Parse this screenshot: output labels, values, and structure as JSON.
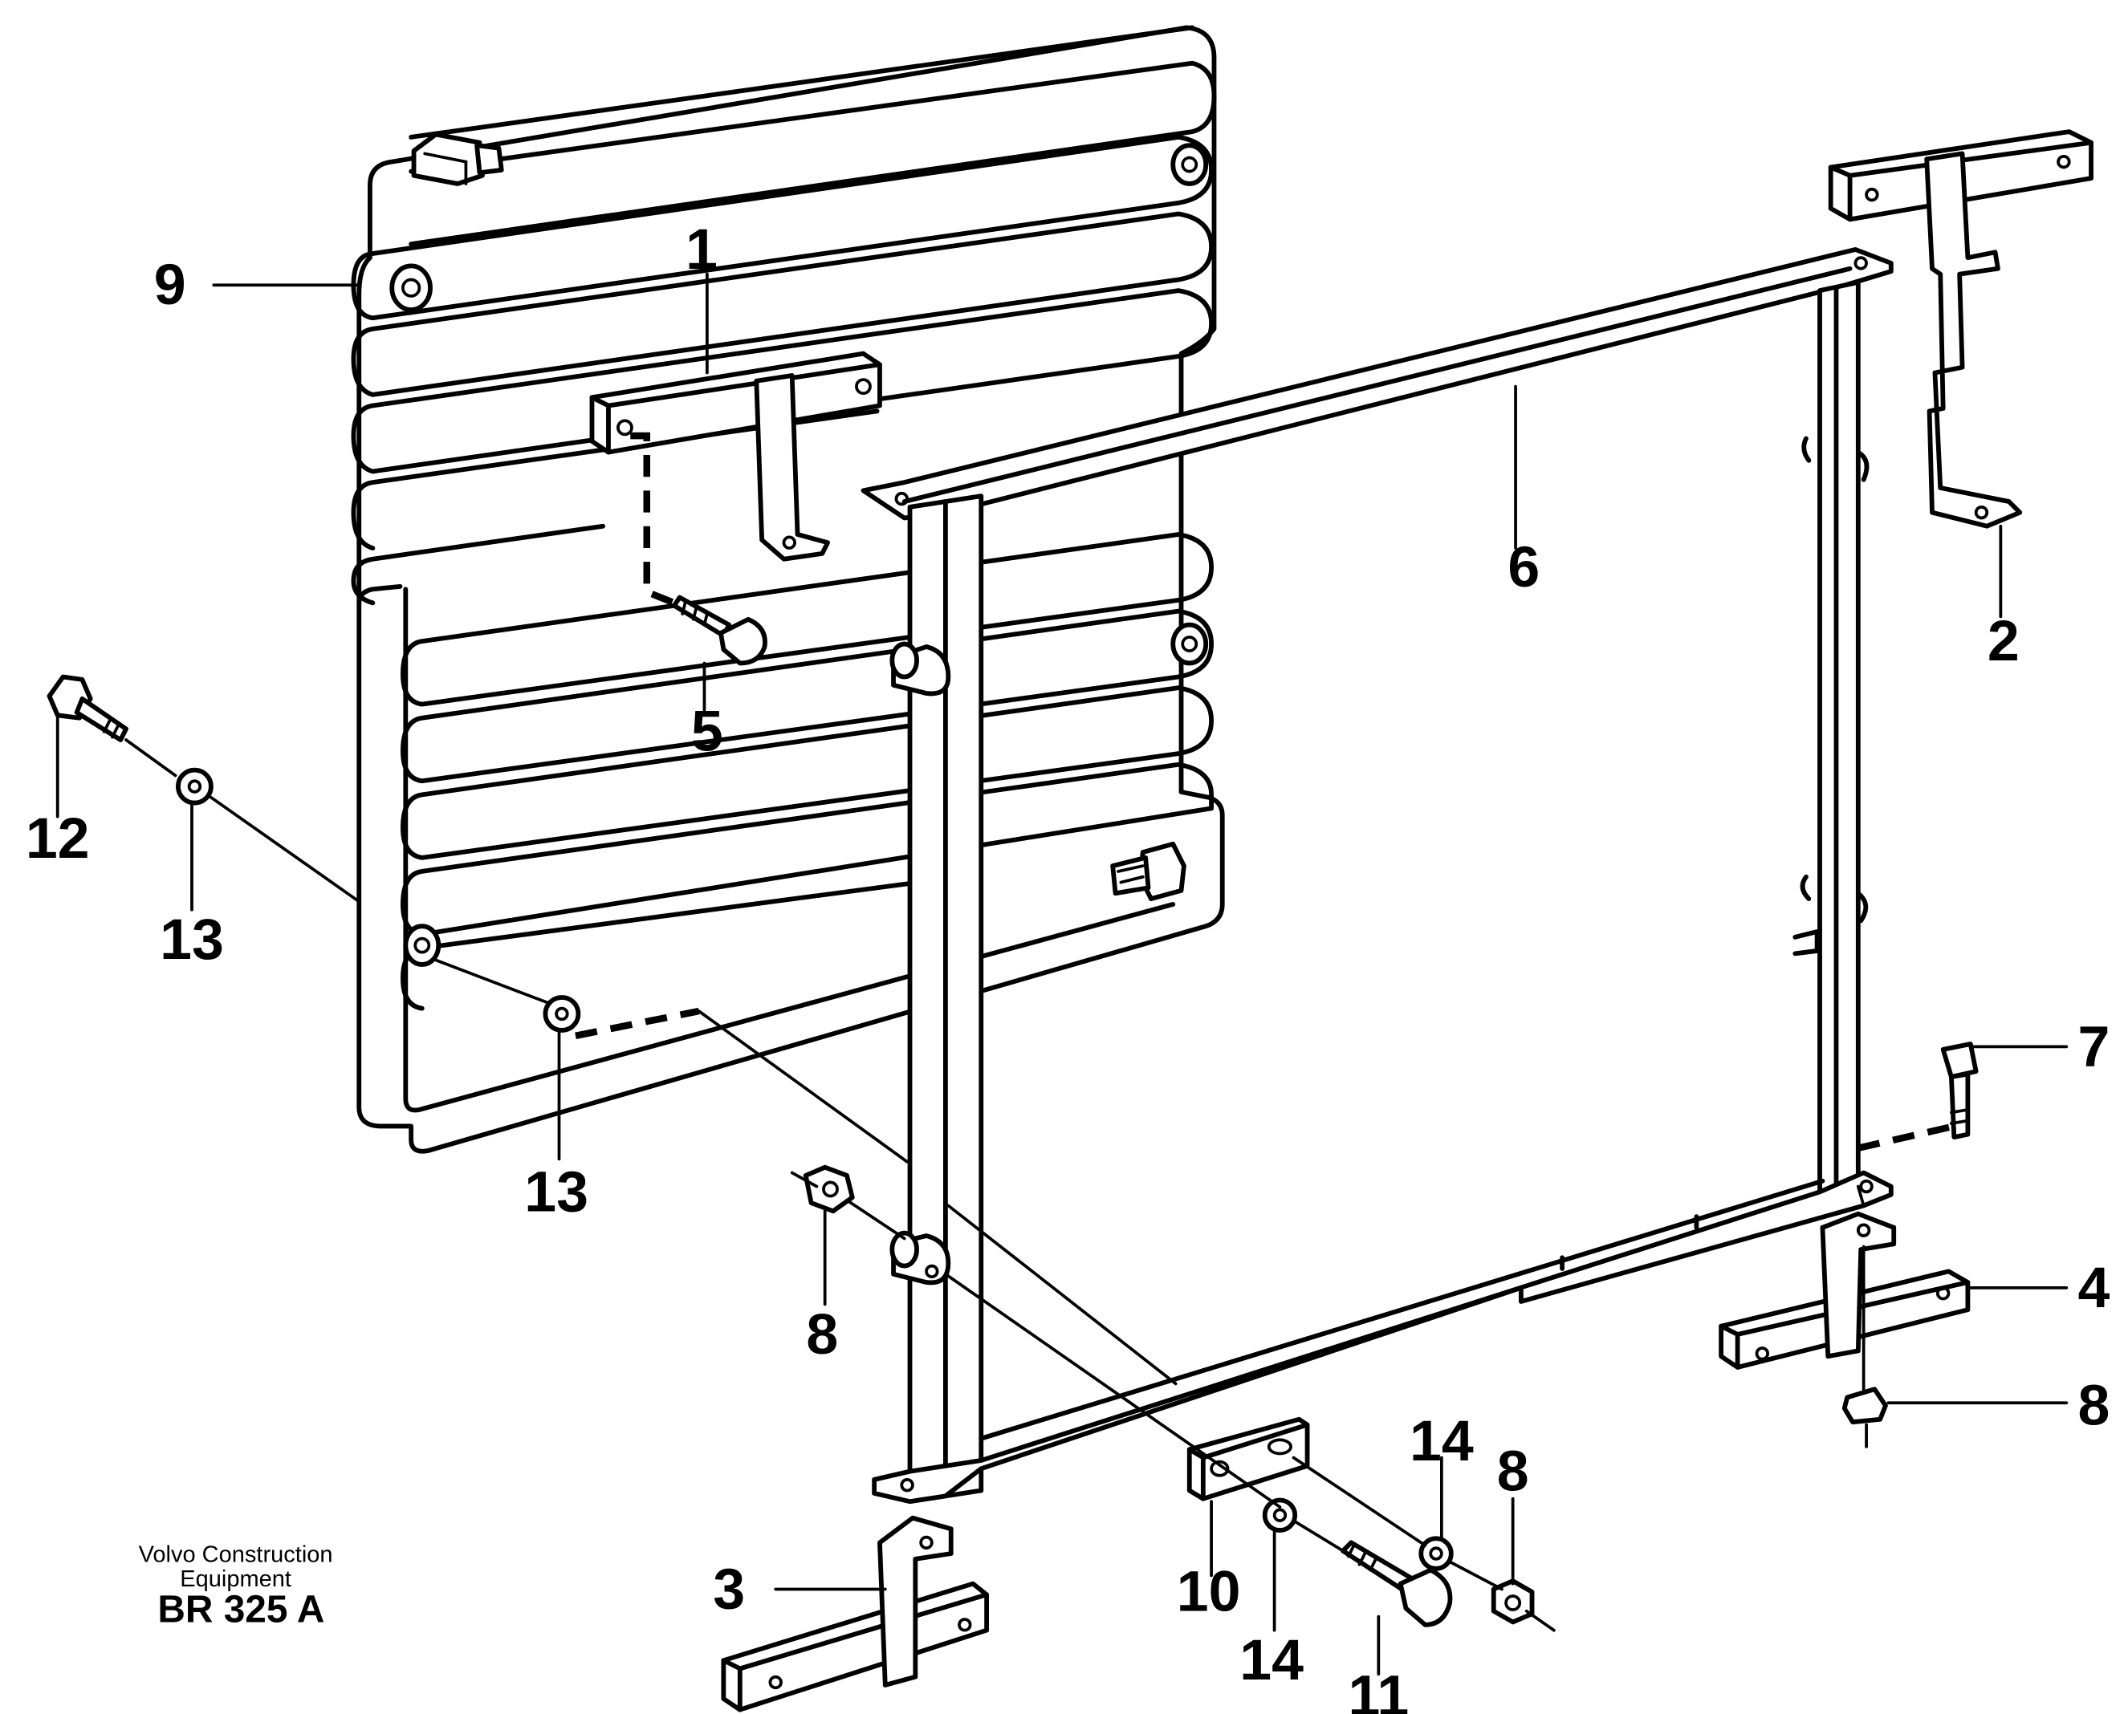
{
  "callouts": [
    {
      "id": "1",
      "label": "1"
    },
    {
      "id": "2",
      "label": "2"
    },
    {
      "id": "3",
      "label": "3"
    },
    {
      "id": "4",
      "label": "4"
    },
    {
      "id": "5",
      "label": "5"
    },
    {
      "id": "6",
      "label": "6"
    },
    {
      "id": "7",
      "label": "7"
    },
    {
      "id": "8a",
      "label": "8"
    },
    {
      "id": "8b",
      "label": "8"
    },
    {
      "id": "8c",
      "label": "8"
    },
    {
      "id": "9",
      "label": "9"
    },
    {
      "id": "10",
      "label": "10"
    },
    {
      "id": "11",
      "label": "11"
    },
    {
      "id": "12",
      "label": "12"
    },
    {
      "id": "13a",
      "label": "13"
    },
    {
      "id": "13b",
      "label": "13"
    },
    {
      "id": "14a",
      "label": "14"
    },
    {
      "id": "14b",
      "label": "14"
    }
  ],
  "footer": {
    "line1": "Volvo Construction",
    "line2": "Equipment",
    "code": "BR 325 A"
  }
}
